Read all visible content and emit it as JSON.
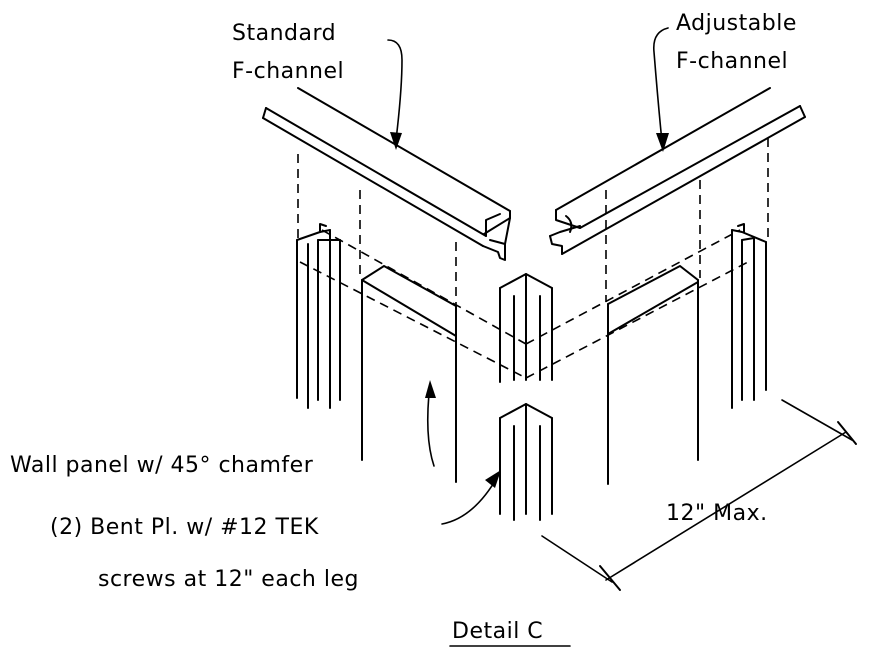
{
  "labels": {
    "standard_line1": "Standard",
    "standard_line2": "F-channel",
    "adjustable_line1": "Adjustable",
    "adjustable_line2": "F-channel",
    "wall_panel": "Wall panel w/ 45° chamfer",
    "bent_line1": "(2) Bent Pl. w/ #12 TEK",
    "bent_line2": "screws at 12\" each leg",
    "dimension": "12\" Max.",
    "detail_title": "Detail C"
  },
  "colors": {
    "ink": "#000000",
    "background": "#ffffff"
  }
}
